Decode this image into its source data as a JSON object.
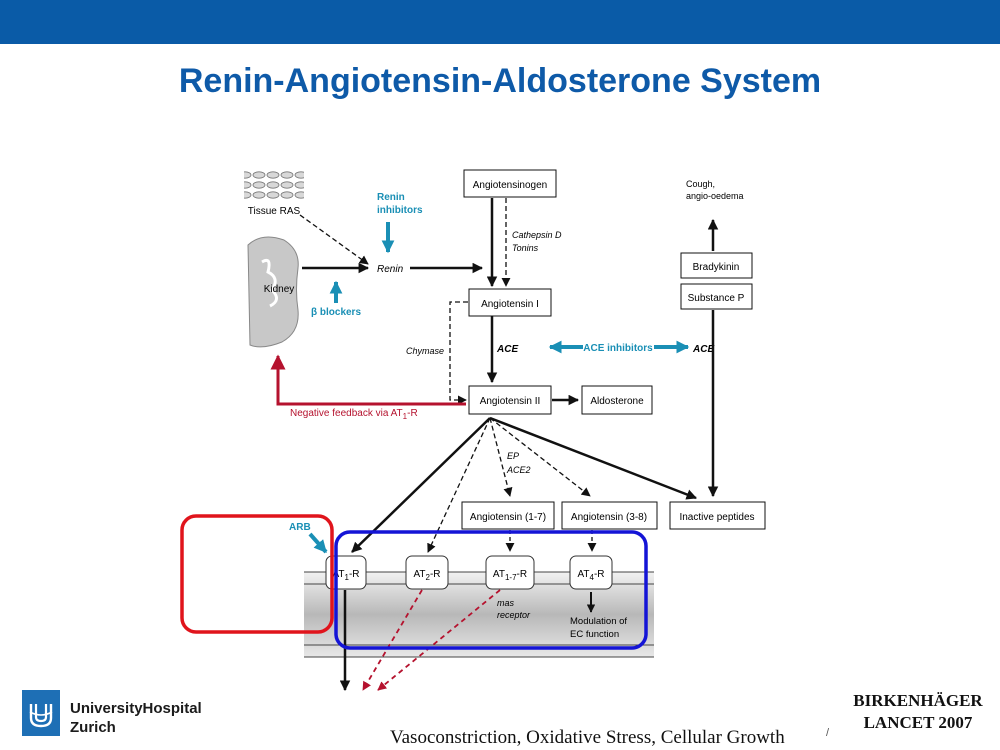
{
  "slide": {
    "title": "Renin-Angiotensin-Aldosterone System",
    "caption": "Vasoconstriction, Oxidative Stress, Cellular Growth",
    "caption_mark": "/",
    "citation": [
      "BIRKENHÄGER",
      "LANCET 2007"
    ],
    "logo": {
      "line1": "UniversityHospital",
      "line2": "Zurich",
      "icon": "usz-logo-icon"
    }
  },
  "diagram": {
    "tissue_ras": "Tissue RAS",
    "renin_inhibitors": [
      "Renin",
      "inhibitors"
    ],
    "kidney": "Kidney",
    "renin": "Renin",
    "beta_blockers": "β blockers",
    "angiotensinogen": "Angiotensinogen",
    "cathepsin": [
      "Cathepsin D",
      "Tonins"
    ],
    "angiotensin_1": "Angiotensin I",
    "chymase": "Chymase",
    "ace_left": "ACE",
    "ace_inhibitors": "ACE inhibitors",
    "ace_right": "ACE",
    "angiotensin_2": "Angiotensin II",
    "aldosterone": "Aldosterone",
    "negative_feedback": "Negative feedback via AT",
    "negative_feedback_sub": "1",
    "negative_feedback_end": "-R",
    "ep_ace2": [
      "EP",
      "ACE2"
    ],
    "ang_1_7": "Angiotensin (1-7)",
    "ang_3_8": "Angiotensin (3-8)",
    "inactive_peptides": "Inactive peptides",
    "cough": [
      "Cough,",
      "angio-oedema"
    ],
    "bradykinin": "Bradykinin",
    "substance_p": "Substance P",
    "arb": "ARB",
    "receptors": [
      {
        "main": "AT",
        "sub": "1",
        "end": "-R"
      },
      {
        "main": "AT",
        "sub": "2",
        "end": "-R"
      },
      {
        "main": "AT",
        "sub": "1-7",
        "end": "-R"
      },
      {
        "main": "AT",
        "sub": "4",
        "end": "-R"
      }
    ],
    "mas_receptor": [
      "mas",
      "receptor"
    ],
    "ec_function": [
      "Modulation of",
      "EC function"
    ],
    "colors": {
      "drug": "#1a8fb5",
      "feedback": "#b5122e",
      "highlight_red": "#e0141c",
      "highlight_blue": "#1414d6",
      "arrow": "#111111"
    }
  }
}
